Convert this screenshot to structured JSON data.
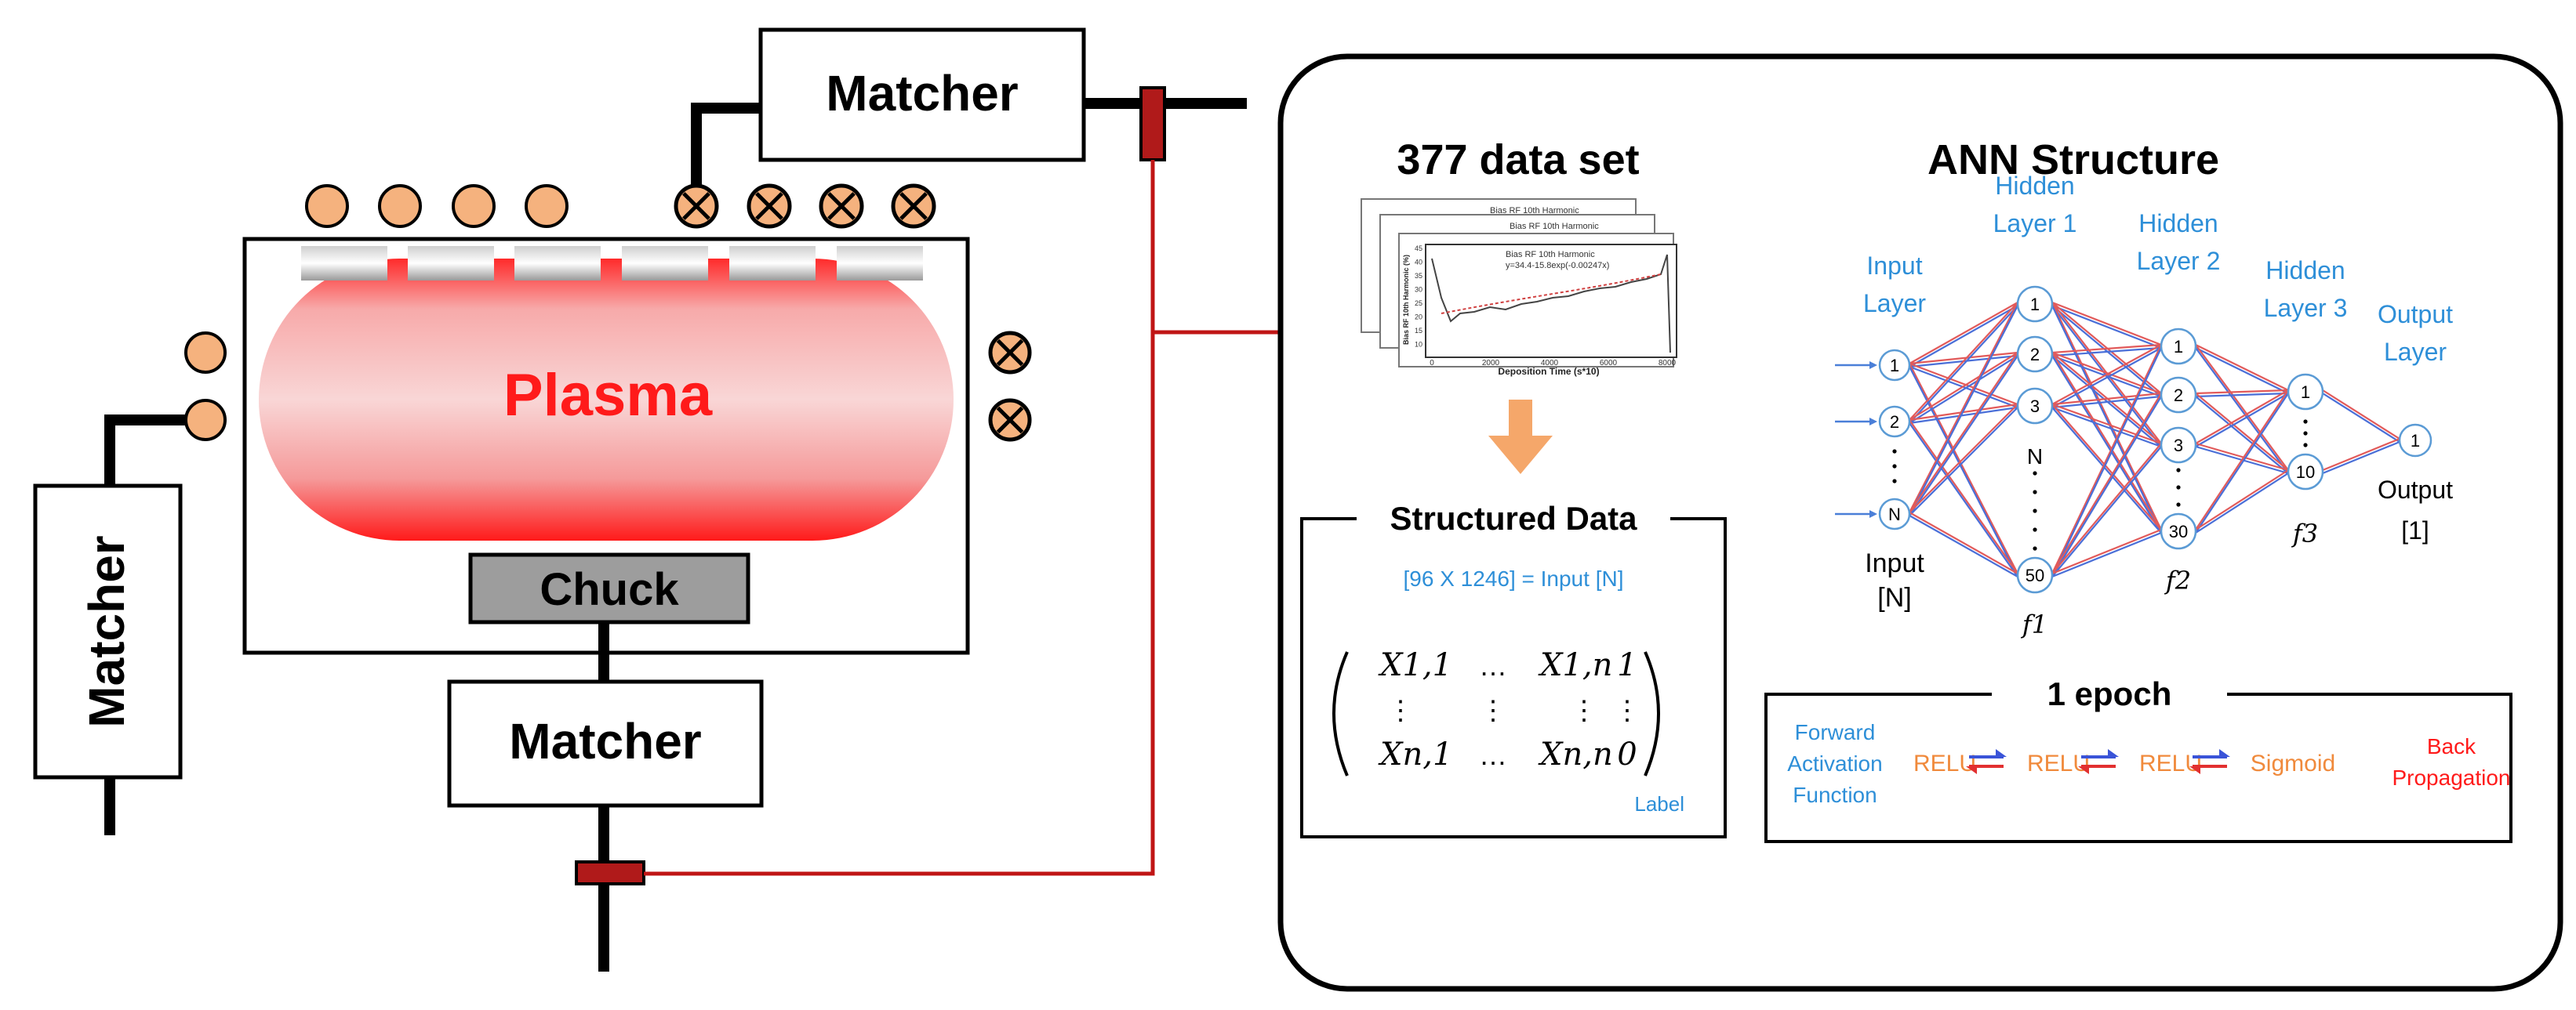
{
  "reactor": {
    "plasma_label": "Plasma",
    "chuck_label": "Chuck",
    "matcher_top": "Matcher",
    "matcher_bottom": "Matcher",
    "matcher_left": "Matcher"
  },
  "ann_panel": {
    "dataset_title": "377 data set",
    "mini_plot": {
      "legend_1": "Bias RF 10th Harmonic",
      "legend_2": "Bias RF 10th Harmonic",
      "legend_3": "Bias RF 10th Harmonic",
      "legend_4": "y=34.4-15.8exp(-0.00247x)",
      "xlabel": "Deposition Time (s*10)",
      "ylabel": "Bias RF 10th Harmonic (%)",
      "xticks": [
        "0",
        "2000",
        "4000",
        "6000",
        "8000"
      ],
      "yticks": [
        "45",
        "40",
        "35",
        "30",
        "25",
        "20",
        "15",
        "10"
      ]
    },
    "structured_title": "Structured Data",
    "input_formula": "[96 X 1246] = Input [N]",
    "matrix": {
      "r1c1": "X1,1",
      "r1c2": "…",
      "r1c3": "X1,n",
      "r1c4": "1",
      "r2c1": "⋮",
      "r2c2": "⋮",
      "r2c3": "⋮",
      "r2c4": "⋮",
      "r3c1": "Xn,1",
      "r3c2": "…",
      "r3c3": "Xn,n",
      "r3c4": "0"
    },
    "label_text": "Label",
    "ann_title": "ANN Structure",
    "layers": {
      "input": "Input Layer",
      "hidden1": "Hidden Layer 1",
      "hidden2": "Hidden Layer 2",
      "hidden3": "Hidden Layer 3",
      "output": "Output Layer"
    },
    "bottom_labels": {
      "input_n": "Input",
      "input_n2": "[N]",
      "f1": "f1",
      "f2": "f2",
      "f3": "f3",
      "output": "Output",
      "output2": "[1]"
    },
    "nodes": {
      "input": [
        "1",
        "2",
        "N"
      ],
      "hidden1": [
        "1",
        "2",
        "3",
        "N",
        "50"
      ],
      "hidden2": [
        "1",
        "2",
        "3",
        "30"
      ],
      "hidden3": [
        "1",
        "10"
      ],
      "output": [
        "1"
      ]
    },
    "epoch_title": "1 epoch",
    "epoch": {
      "forward": [
        "Forward",
        "Activation",
        "Function"
      ],
      "relu1": "RELU",
      "relu2": "RELU",
      "relu3": "RELU",
      "sigmoid": "Sigmoid",
      "back": [
        "Back",
        "Propagation"
      ]
    }
  }
}
